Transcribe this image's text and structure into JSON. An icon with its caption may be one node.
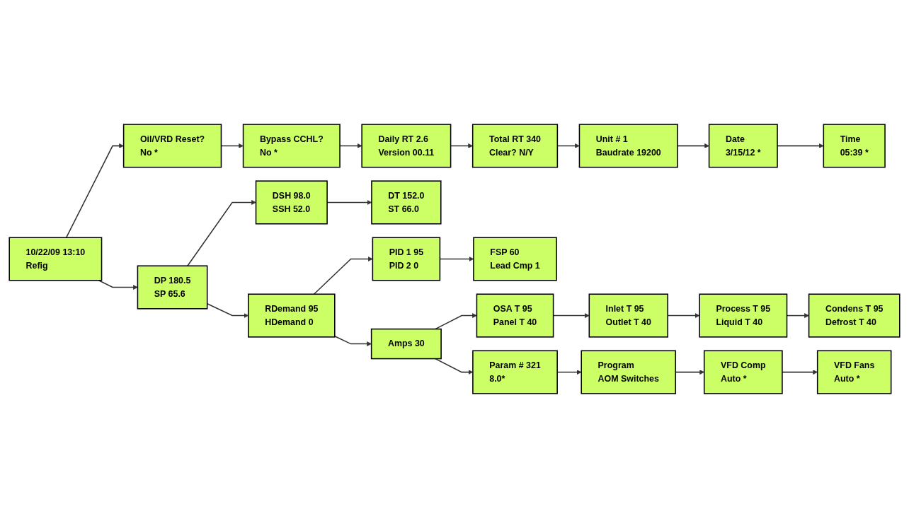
{
  "diagram": {
    "nodes": [
      {
        "text": [
          "10/22/09 13:10",
          "Refig"
        ]
      },
      {
        "text": [
          "Oil/VRD Reset?",
          "No *"
        ]
      },
      {
        "text": [
          "Bypass CCHL?",
          "No *"
        ]
      },
      {
        "text": [
          "Daily RT 2.6",
          "Version 00.11"
        ]
      },
      {
        "text": [
          "Total RT 340",
          "Clear? N/Y"
        ]
      },
      {
        "text": [
          "Time",
          "05:39 *"
        ]
      },
      {
        "text": [
          "Date",
          "3/15/12 *"
        ]
      },
      {
        "text": [
          "Unit # 1",
          "Baudrate 19200"
        ]
      },
      {
        "text": [
          "DP 180.5",
          "SP 65.6"
        ]
      },
      {
        "text": [
          "DSH 98.0",
          "SSH 52.0"
        ]
      },
      {
        "text": [
          "DT 152.0",
          "ST 66.0"
        ]
      },
      {
        "text": [
          "RDemand 95",
          "HDemand 0"
        ]
      },
      {
        "text": [
          "PID 1 95",
          "PID 2 0"
        ]
      },
      {
        "text": [
          "FSP 60",
          "Lead Cmp 1"
        ]
      },
      {
        "text": [
          "Amps 30"
        ]
      },
      {
        "text": [
          "OSA T 95",
          "Panel T 40"
        ]
      },
      {
        "text": [
          "Inlet T 95",
          "Outlet T 40"
        ]
      },
      {
        "text": [
          "Process T 95",
          "Liquid T 40"
        ]
      },
      {
        "text": [
          "Condens T 95",
          "Defrost T 40"
        ]
      },
      {
        "text": [
          "Param # 321",
          "8.0*"
        ]
      },
      {
        "text": [
          "Program",
          "AOM Switches"
        ]
      },
      {
        "text": [
          "VFD Comp",
          "Auto *"
        ]
      },
      {
        "text": [
          "VFD Fans",
          "Auto *"
        ]
      }
    ],
    "edges": [
      {
        "from": 0,
        "to": 1,
        "arrow": "to"
      },
      {
        "from": 1,
        "to": 2,
        "arrow": "to"
      },
      {
        "from": 2,
        "to": 3,
        "arrow": "to"
      },
      {
        "from": 3,
        "to": 4,
        "arrow": "to"
      },
      {
        "from": 4,
        "to": 7,
        "arrow": "to"
      },
      {
        "from": 7,
        "to": 6,
        "arrow": "to"
      },
      {
        "from": 6,
        "to": 5,
        "arrow": "to"
      },
      {
        "from": 0,
        "to": 8,
        "arrow": "to"
      },
      {
        "from": 8,
        "to": 9,
        "arrow": "to"
      },
      {
        "from": 9,
        "to": 10,
        "arrow": "to"
      },
      {
        "from": 8,
        "to": 11,
        "arrow": "to"
      },
      {
        "from": 11,
        "to": 12,
        "arrow": "to"
      },
      {
        "from": 12,
        "to": 13,
        "arrow": "to"
      },
      {
        "from": 11,
        "to": 14,
        "arrow": "to"
      },
      {
        "from": 14,
        "to": 15,
        "arrow": "to"
      },
      {
        "from": 15,
        "to": 16,
        "arrow": "to"
      },
      {
        "from": 16,
        "to": 17,
        "arrow": "to"
      },
      {
        "from": 17,
        "to": 18,
        "arrow": "to"
      },
      {
        "from": 14,
        "to": 19,
        "arrow": "to"
      },
      {
        "from": 19,
        "to": 20,
        "arrow": "to"
      },
      {
        "from": 20,
        "to": 21,
        "arrow": "to"
      },
      {
        "from": 21,
        "to": 22,
        "arrow": "to"
      }
    ]
  }
}
